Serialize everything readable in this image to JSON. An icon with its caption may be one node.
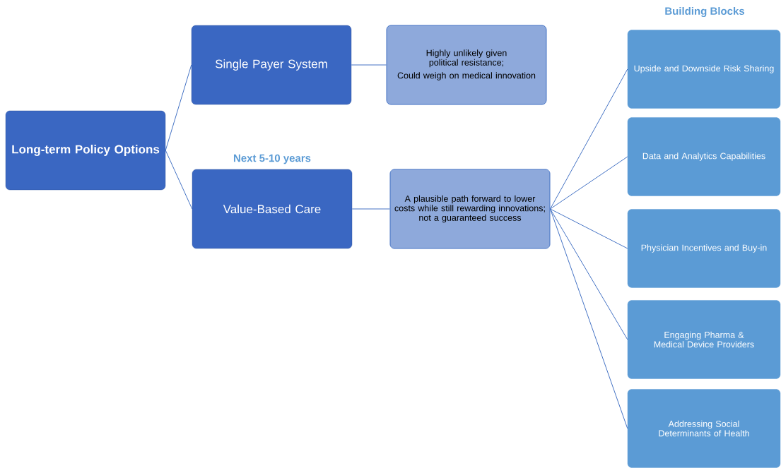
{
  "diagram": {
    "nodes": [
      {
        "text": [
          "Long-term Policy Options"
        ]
      },
      {
        "text": [
          "Single Payer System"
        ]
      },
      {
        "text": [
          "Highly unlikely given political resistance;",
          "Could weigh on medical innovation"
        ]
      },
      {
        "text": [
          "Value-Based Care"
        ],
        "beside": [
          "Next 5-10 years"
        ]
      },
      {
        "text": [
          "A plausible path forward to lower costs while still rewarding innovations; not a guaranteed success"
        ]
      },
      {
        "text": [
          "Upside and Downside Risk Sharing"
        ]
      },
      {
        "text": [
          "Data and Analytics Capabilities"
        ]
      },
      {
        "text": [
          "Physician Incentives and Buy-in"
        ]
      },
      {
        "text": [
          "Engaging Pharma & Medical Device Providers"
        ]
      },
      {
        "text": [
          "Addressing Social Determinants of Health"
        ]
      }
    ],
    "edges": [
      {
        "from": 0,
        "to": 1,
        "arrow": "none"
      },
      {
        "from": 0,
        "to": 3,
        "arrow": "none"
      },
      {
        "from": 1,
        "to": 2,
        "arrow": "none"
      },
      {
        "from": 3,
        "to": 4,
        "arrow": "none"
      },
      {
        "from": 4,
        "to": 5,
        "arrow": "none"
      },
      {
        "from": 4,
        "to": 6,
        "arrow": "none"
      },
      {
        "from": 4,
        "to": 7,
        "arrow": "none"
      },
      {
        "from": 4,
        "to": 8,
        "arrow": "none"
      },
      {
        "from": 4,
        "to": 9,
        "arrow": "none"
      }
    ],
    "labels": [
      "Building Blocks"
    ]
  }
}
